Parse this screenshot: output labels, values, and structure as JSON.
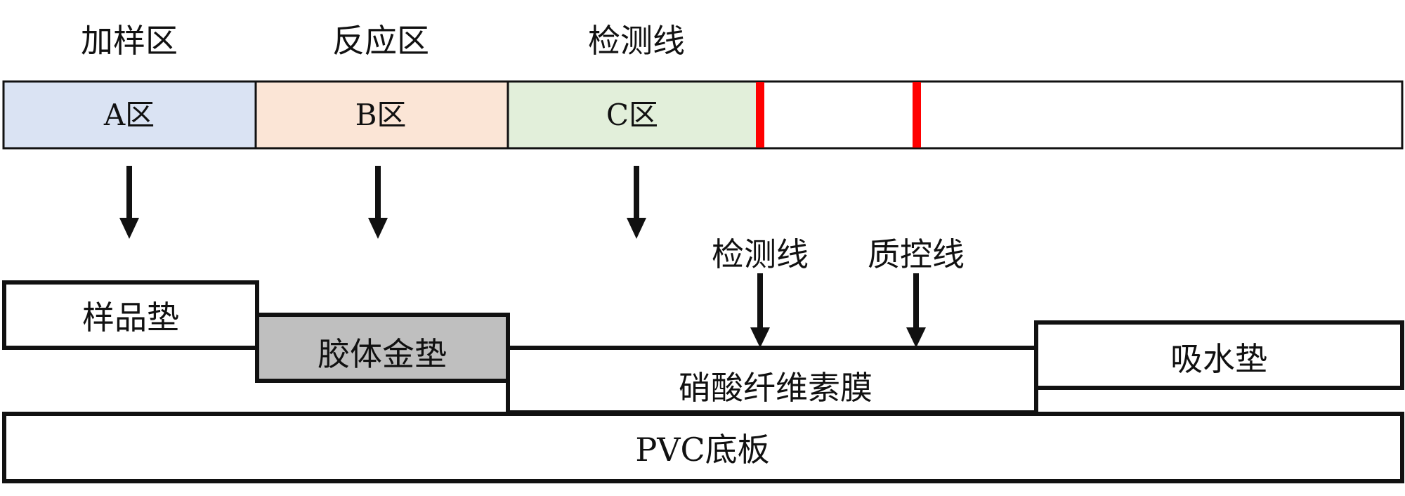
{
  "top_labels": {
    "sample": "加样区",
    "reaction": "反应区",
    "detection": "检测线"
  },
  "strip": {
    "zones": [
      {
        "label": "A区",
        "color": "#dae3f3"
      },
      {
        "label": "B区",
        "color": "#fbe5d6"
      },
      {
        "label": "C区",
        "color": "#e2efda"
      }
    ],
    "line_color": "#ff0000"
  },
  "line_labels": {
    "test": "检测线",
    "control": "质控线"
  },
  "layers": {
    "sample_pad": "样品垫",
    "gold_pad": "胶体金垫",
    "membrane": "硝酸纤维素膜",
    "absorbent_pad": "吸水垫",
    "backing": "PVC底板"
  },
  "colors": {
    "gold_pad_fill": "#bfbfbf",
    "stroke": "#111111"
  }
}
